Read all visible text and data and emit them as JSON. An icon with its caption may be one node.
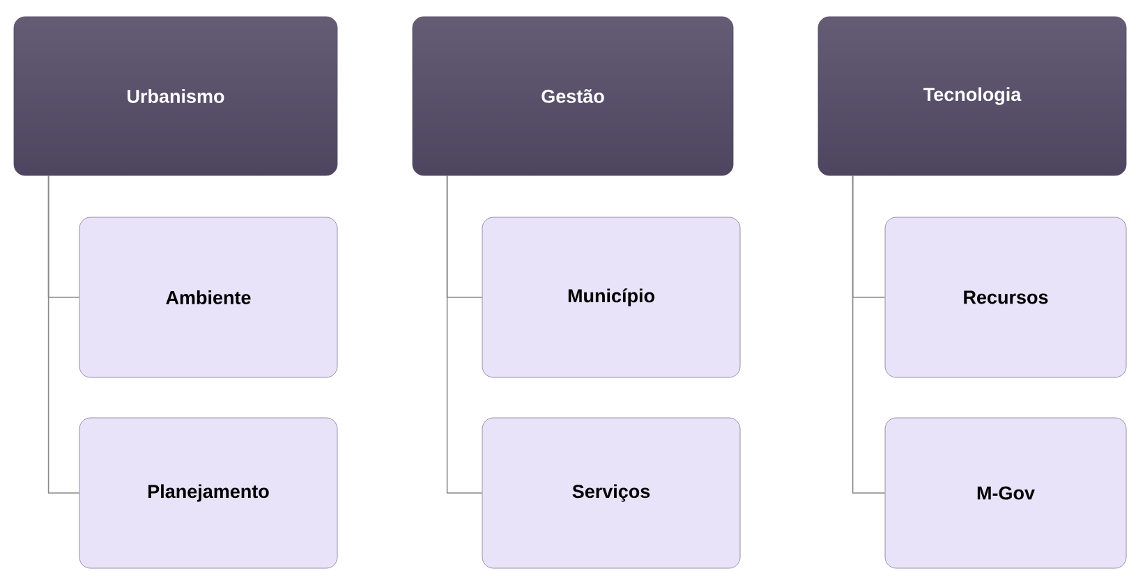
{
  "diagram": {
    "nodes": [
      {
        "text": [
          "Urbanismo"
        ]
      },
      {
        "text": [
          "Ambiente"
        ]
      },
      {
        "text": [
          "Planejamento"
        ]
      },
      {
        "text": [
          "Gestão"
        ]
      },
      {
        "text": [
          "Município"
        ]
      },
      {
        "text": [
          "Serviços"
        ]
      },
      {
        "text": [
          "Tecnologia"
        ]
      },
      {
        "text": [
          "Recursos"
        ]
      },
      {
        "text": [
          "M-Gov"
        ]
      }
    ],
    "edges": [
      {
        "from": 0,
        "to": 1,
        "arrow": "none"
      },
      {
        "from": 0,
        "to": 2,
        "arrow": "none"
      },
      {
        "from": 3,
        "to": 4,
        "arrow": "none"
      },
      {
        "from": 3,
        "to": 5,
        "arrow": "none"
      },
      {
        "from": 6,
        "to": 7,
        "arrow": "none"
      },
      {
        "from": 6,
        "to": 8,
        "arrow": "none"
      }
    ]
  }
}
